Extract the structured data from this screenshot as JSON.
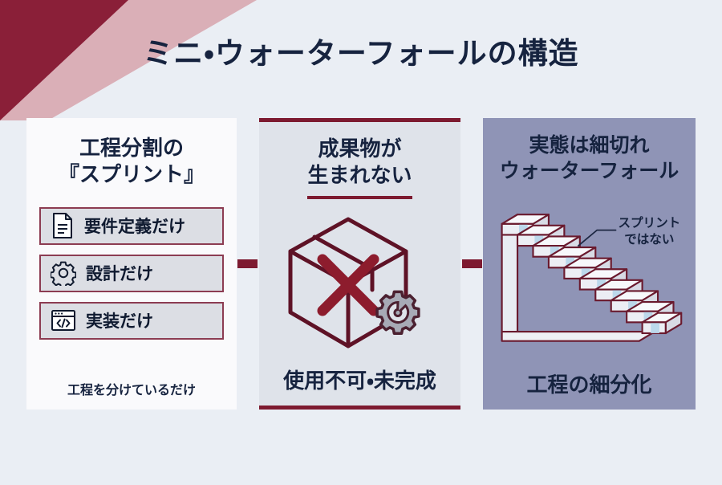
{
  "page": {
    "title": "ミニ・ウォーターフォールの構造",
    "background_color": "#eaeef4",
    "title_color": "#16233f",
    "accent_color": "#7d1a30",
    "corner_dark_color": "#8a1f38",
    "corner_light_color": "#d7a3ac"
  },
  "panels": {
    "left": {
      "heading_line1": "工程分割の",
      "heading_line2": "『スプリント』",
      "background_color": "#fafafc",
      "items": [
        {
          "icon": "document-icon",
          "label": "要件定義だけ"
        },
        {
          "icon": "gear-icon",
          "label": "設計だけ"
        },
        {
          "icon": "code-window-icon",
          "label": "実装だけ"
        }
      ],
      "footer": "工程を分けているだけ"
    },
    "middle": {
      "heading_line1": "成果物が",
      "heading_line2": "生まれない",
      "background_color": "#dfe3ea",
      "border_color": "#7d1a30",
      "figure": "broken-box-with-gear-icon",
      "footer": "使用不可・未完成"
    },
    "right": {
      "heading_line1": "実態は細切れ",
      "heading_line2": "ウォーターフォール",
      "background_color": "#8f94b6",
      "figure": "descending-staircase-waterfall-icon",
      "annotation_line1": "スプリント",
      "annotation_line2": "ではない",
      "footer": "工程の細分化"
    }
  },
  "connectors": [
    {
      "name": "connector-left-middle"
    },
    {
      "name": "connector-middle-right"
    }
  ]
}
